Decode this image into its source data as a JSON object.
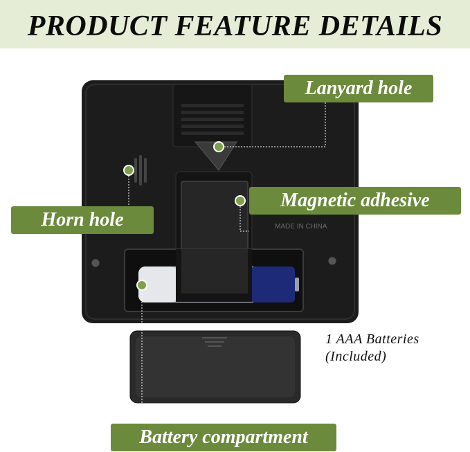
{
  "banner": {
    "title": "PRODUCT FEATURE DETAILS"
  },
  "labels": {
    "lanyard": "Lanyard hole",
    "magnetic": "Magnetic adhesive",
    "horn": "Horn hole",
    "battery_compartment": "Battery compartment"
  },
  "device": {
    "imprint": "MADE IN CHINA"
  },
  "batteries_note": {
    "line1": "1 AAA Batteries",
    "line2": "(Included)"
  },
  "colors": {
    "accent": "#6b8a3b",
    "banner_bg": "#e6edd6",
    "device_body": "#1c1c1c"
  }
}
